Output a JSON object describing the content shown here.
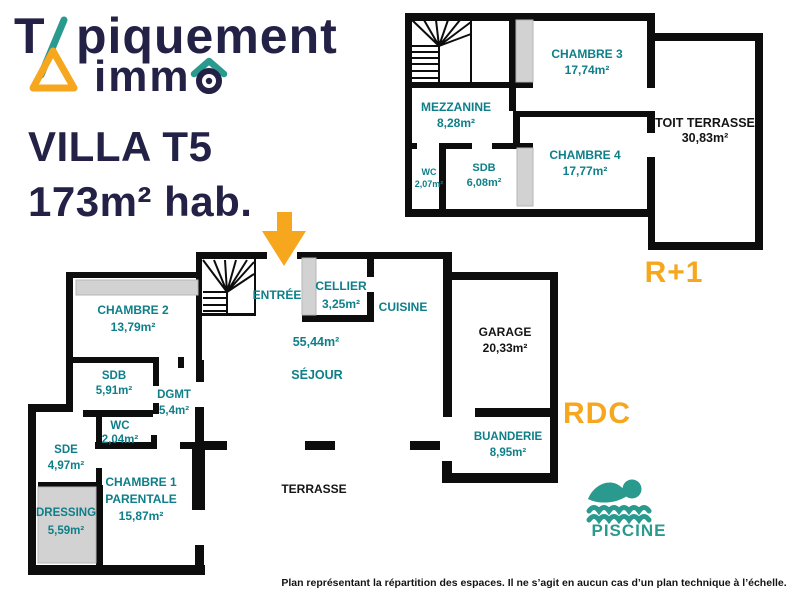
{
  "logo": {
    "t": "T",
    "piquement": "piquement",
    "imm": "imm"
  },
  "title": {
    "line1": "VILLA T5",
    "line2": "173m² hab."
  },
  "floors": {
    "r1": {
      "label": "R+1",
      "rooms": {
        "chambre3": {
          "name": "CHAMBRE 3",
          "area": "17,74m²"
        },
        "mezzanine": {
          "name": "MEZZANINE",
          "area": "8,28m²"
        },
        "wc": {
          "name": "WC",
          "area": "2,07m²"
        },
        "sdb": {
          "name": "SDB",
          "area": "6,08m²"
        },
        "chambre4": {
          "name": "CHAMBRE 4",
          "area": "17,77m²"
        },
        "toit_terrasse": {
          "name": "TOIT TERRASSE",
          "area": "30,83m²"
        }
      }
    },
    "rdc": {
      "label": "RDC",
      "rooms": {
        "chambre2": {
          "name": "CHAMBRE 2",
          "area": "13,79m²"
        },
        "entree": {
          "name": "ENTRÉE"
        },
        "cellier": {
          "name": "CELLIER",
          "area": "3,25m²"
        },
        "cuisine": {
          "name": "CUISINE"
        },
        "sejour": {
          "name": "SÉJOUR",
          "area": "55,44m²"
        },
        "sdb": {
          "name": "SDB",
          "area": "5,91m²"
        },
        "dgmt": {
          "name": "DGMT",
          "area": "5,4m²"
        },
        "wc": {
          "name": "WC",
          "area": "2,04m²"
        },
        "sde": {
          "name": "SDE",
          "area": "4,97m²"
        },
        "dressing": {
          "name": "DRESSING",
          "area": "5,59m²"
        },
        "chambre1": {
          "name": "CHAMBRE 1",
          "name2": "PARENTALE",
          "area": "15,87m²"
        },
        "garage": {
          "name": "GARAGE",
          "area": "20,33m²"
        },
        "buanderie": {
          "name": "BUANDERIE",
          "area": "8,95m²"
        },
        "terrasse": {
          "name": "TERRASSE"
        }
      }
    }
  },
  "piscine": {
    "label": "PISCINE"
  },
  "disclaimer": "Plan représentant la répartition des espaces. Il ne s’agit en aucun cas d’un plan technique à l’échelle.",
  "colors": {
    "navy": "#232246",
    "teal_labels": "#0e7f89",
    "teal_logo": "#2a9a8f",
    "orange": "#f6a71e",
    "walls": "#0d0d0d",
    "placard_gray": "#d2d2d2"
  }
}
